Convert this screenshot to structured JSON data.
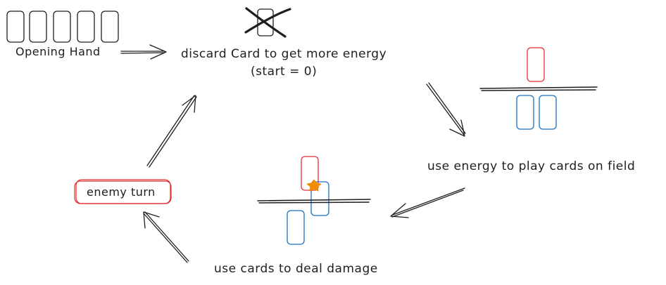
{
  "colors": {
    "ink": "#1e1e1e",
    "red": "#e03131",
    "blue": "#1971c2",
    "orange": "#f08c00"
  },
  "steps": {
    "opening_hand": "Opening Hand",
    "discard": "discard Card to get more energy",
    "discard_note": "(start = 0)",
    "play_cards": "use energy to play cards on field",
    "deal_damage": "use cards to deal damage",
    "enemy_turn": "enemy turn"
  }
}
